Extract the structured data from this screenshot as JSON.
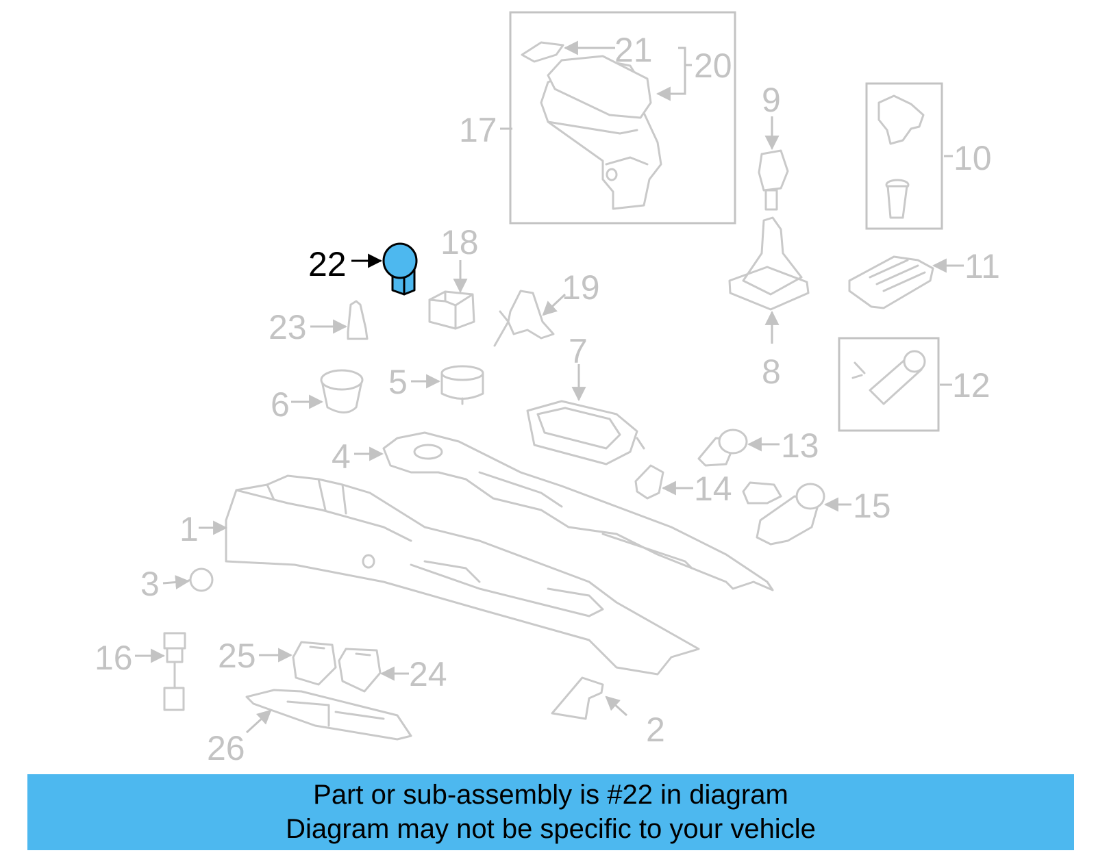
{
  "callouts": {
    "c1": "1",
    "c2": "2",
    "c3": "3",
    "c4": "4",
    "c5": "5",
    "c6": "6",
    "c7": "7",
    "c8": "8",
    "c9": "9",
    "c10": "10",
    "c11": "11",
    "c12": "12",
    "c13": "13",
    "c14": "14",
    "c15": "15",
    "c16": "16",
    "c17": "17",
    "c18": "18",
    "c19": "19",
    "c20": "20",
    "c21": "21",
    "c22": "22",
    "c23": "23",
    "c24": "24",
    "c25": "25",
    "c26": "26"
  },
  "highlighted_part": "22",
  "colors": {
    "highlight": "#4db8ef",
    "line_art": "#c9c9c9",
    "callout_text": "#c3c3c3",
    "highlight_text": "#000000"
  },
  "banner": {
    "line1": "Part or sub-assembly is #22 in diagram",
    "line2": "Diagram may not be specific to your vehicle"
  }
}
